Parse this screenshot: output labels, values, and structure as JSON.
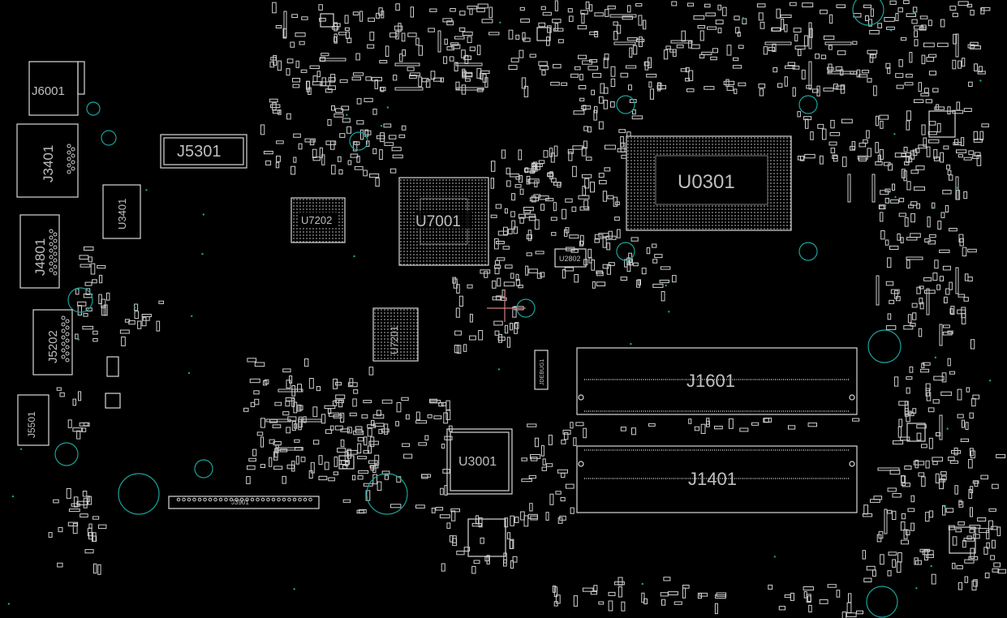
{
  "labels": {
    "j6001": "J6001",
    "j3401": "J3401",
    "j5301": "J5301",
    "u3401": "U3401",
    "u7202": "U7202",
    "u7001": "U7001",
    "u0301": "U0301",
    "j4801": "J4801",
    "u2802": "U2802",
    "u7201": "U7201",
    "j5202": "J5202",
    "j1601": "J1601",
    "j5501": "J5501",
    "u3001": "U3001",
    "j1401": "J1401",
    "j3901": "J3901",
    "jdebug1": "JDEBUG1"
  },
  "colors": {
    "background": "#000000",
    "silkscreen": "#d8d8d8",
    "via": "#1aa39b",
    "trace": "#d08080"
  }
}
